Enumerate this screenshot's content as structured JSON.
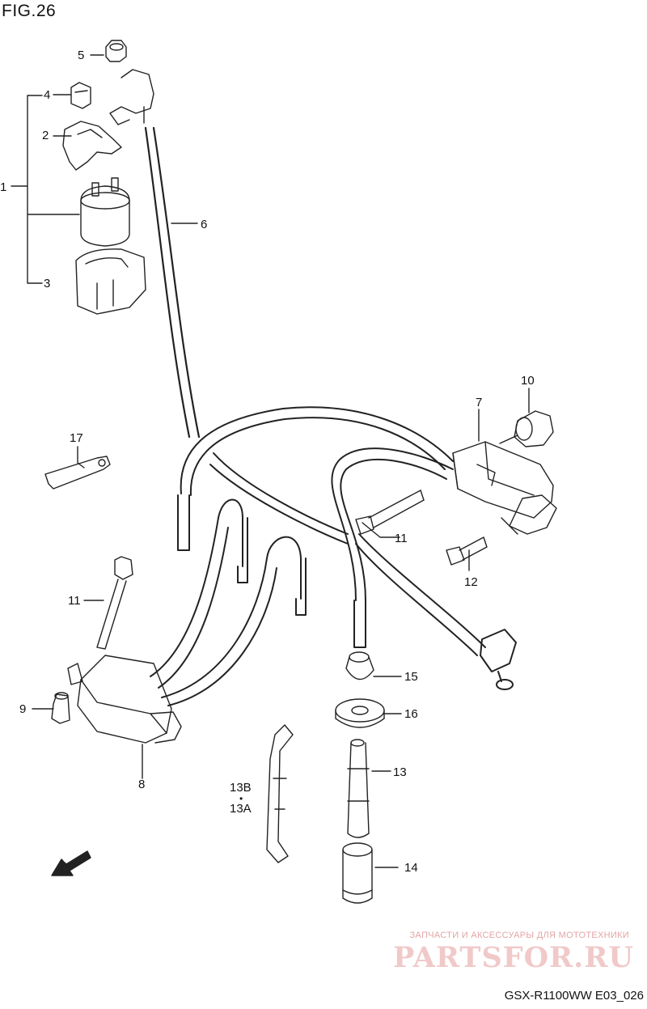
{
  "figure": {
    "title": "FIG.26"
  },
  "callouts": [
    {
      "id": "c1",
      "text": "1"
    },
    {
      "id": "c2",
      "text": "2"
    },
    {
      "id": "c3",
      "text": "3"
    },
    {
      "id": "c4",
      "text": "4"
    },
    {
      "id": "c5",
      "text": "5"
    },
    {
      "id": "c6",
      "text": "6"
    },
    {
      "id": "c7",
      "text": "7"
    },
    {
      "id": "c8",
      "text": "8"
    },
    {
      "id": "c9",
      "text": "9"
    },
    {
      "id": "c10",
      "text": "10"
    },
    {
      "id": "c11a",
      "text": "11"
    },
    {
      "id": "c11b",
      "text": "11"
    },
    {
      "id": "c12",
      "text": "12"
    },
    {
      "id": "c13",
      "text": "13"
    },
    {
      "id": "c13b",
      "text": "13B"
    },
    {
      "id": "c13a",
      "text": "13A"
    },
    {
      "id": "c14",
      "text": "14"
    },
    {
      "id": "c15",
      "text": "15"
    },
    {
      "id": "c16",
      "text": "16"
    },
    {
      "id": "c17",
      "text": "17"
    }
  ],
  "fwd_arrow": {
    "label": "FWD"
  },
  "watermark": {
    "tagline": "ЗАПЧАСТИ И АКСЕССУАРЫ ДЛЯ МОТОТЕХНИКИ",
    "logo": "PARTSFOR.RU"
  },
  "footer": {
    "code": "GSX-R1100WW  E03_026"
  }
}
